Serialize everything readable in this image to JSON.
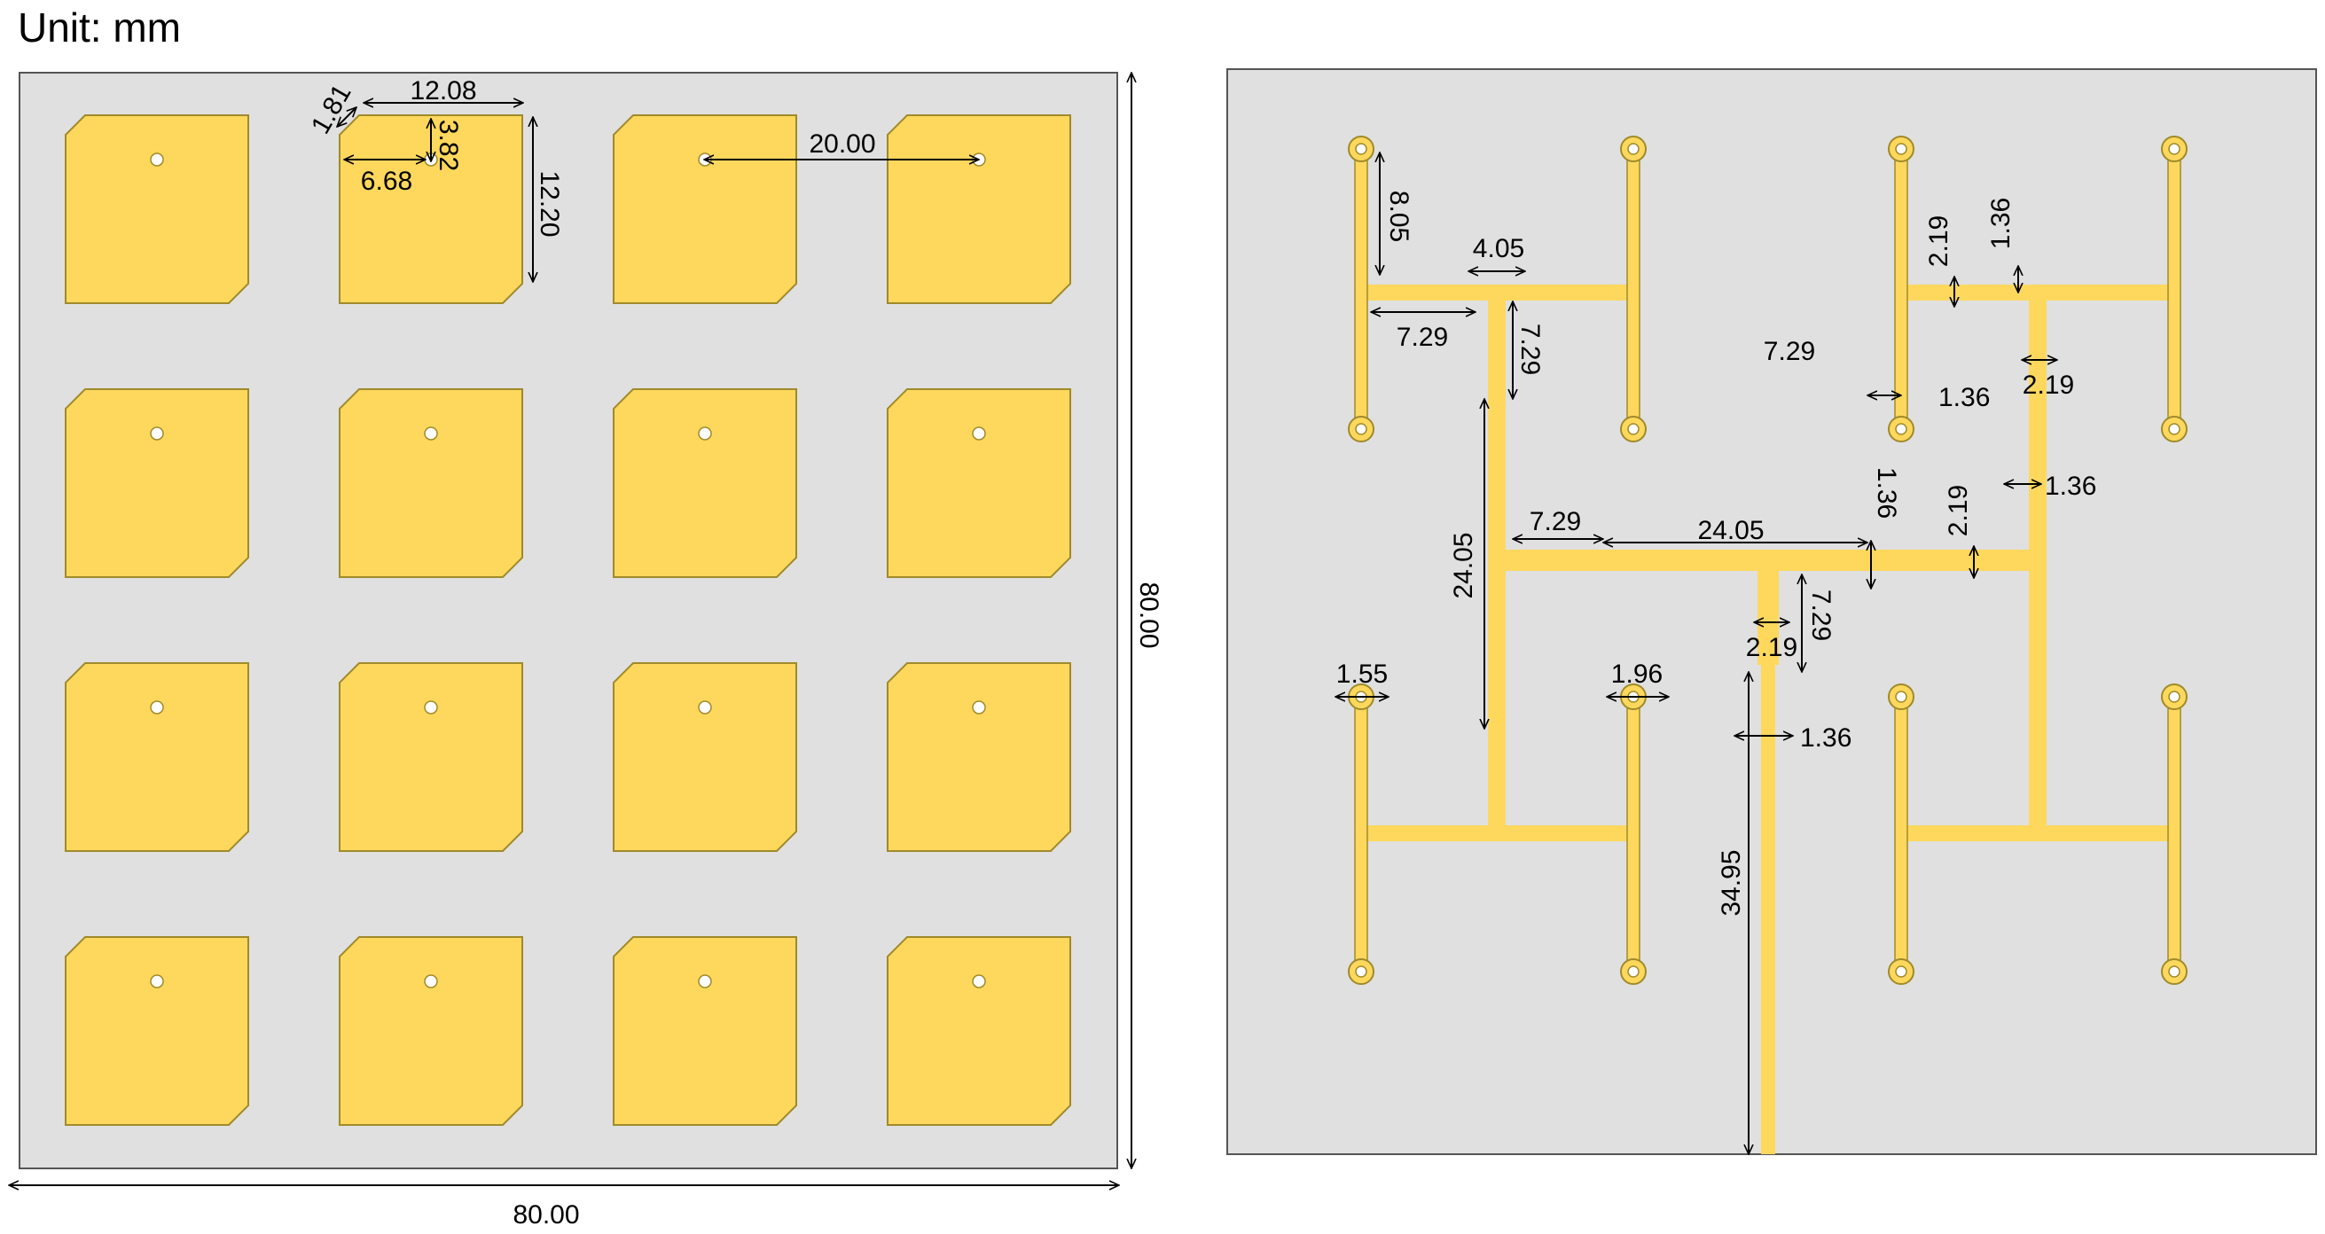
{
  "header": {
    "unit_label": "Unit: mm"
  },
  "colors": {
    "substrate": "#e0e0e0",
    "copper": "#fdd85d",
    "copper_edge": "#a08a2a",
    "dimension_line": "#000000"
  },
  "patch_array": {
    "rows": 4,
    "columns": 4,
    "dimensions": {
      "corner_cut": "1.81",
      "patch_width": "12.08",
      "feed_offset_y": "3.82",
      "feed_offset_x": "6.68",
      "patch_height": "12.20",
      "element_spacing": "20.00",
      "board_height": "80.00",
      "board_width": "80.00"
    }
  },
  "feed_network": {
    "dimensions": {
      "stub_length": "8.05",
      "top_segment": "4.05",
      "left_arm": "7.29",
      "vertical_left": "7.29",
      "center_label": "7.29",
      "width_219_a": "2.19",
      "width_136_a": "1.36",
      "width_136_b": "1.36",
      "width_219_b": "2.19",
      "width_136_c": "1.36",
      "branch_label": "24.05",
      "mid_left": "7.29",
      "mid_trunk": "24.05",
      "width_136_d": "1.36",
      "width_219_c": "2.19",
      "feed_width_219": "2.19",
      "feed_length_729": "7.29",
      "pad_155": "1.55",
      "pad_196": "1.96",
      "feed_width_136": "1.36",
      "feed_line_length": "34.95"
    }
  }
}
